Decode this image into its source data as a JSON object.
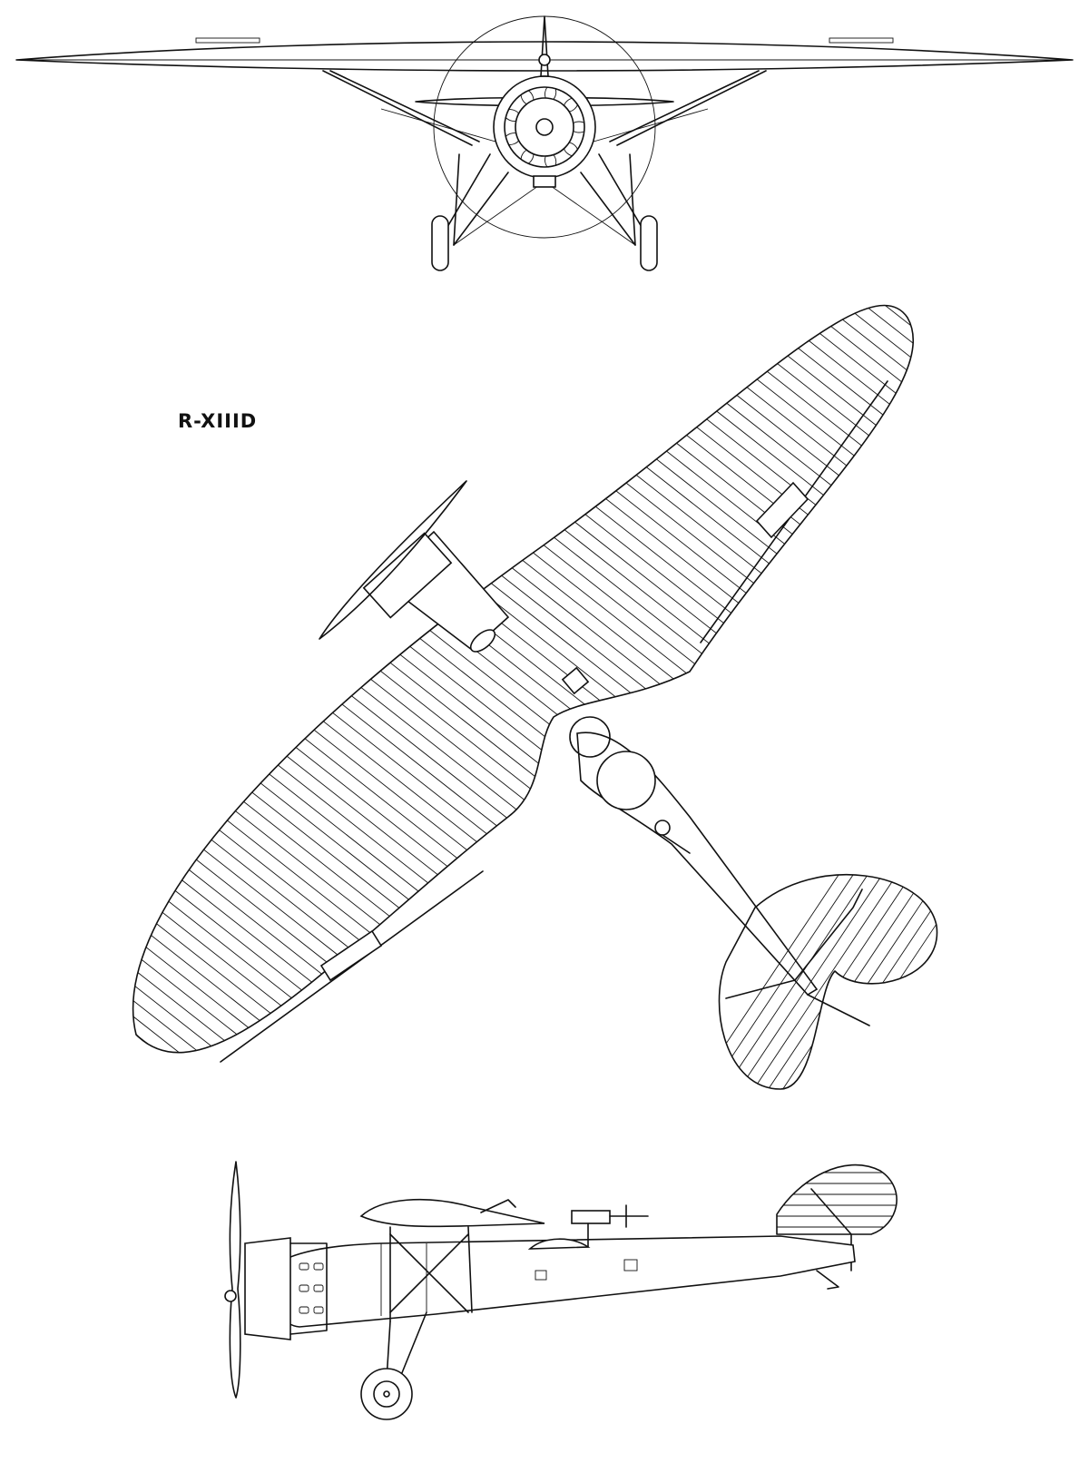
{
  "drawing": {
    "designation": "R-XIIID",
    "views": [
      "front-view",
      "plan-view",
      "side-view"
    ]
  },
  "colors": {
    "ink": "#111111",
    "paper": "#ffffff"
  }
}
